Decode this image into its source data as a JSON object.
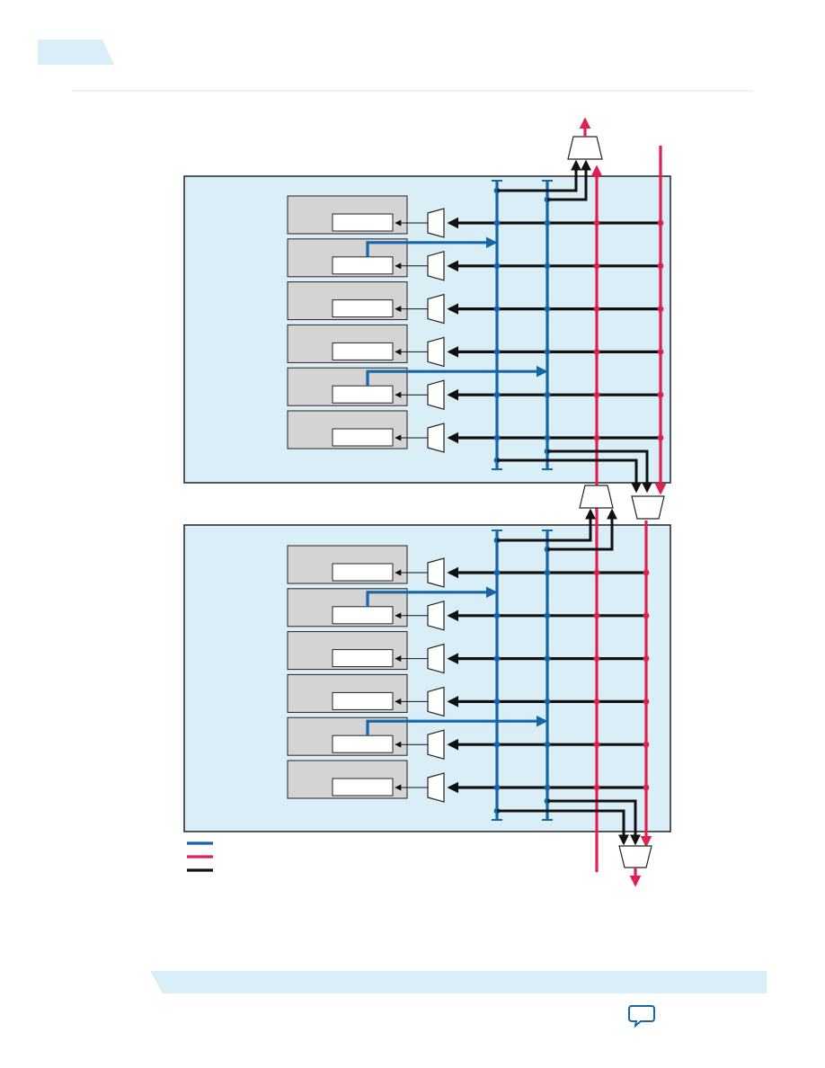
{
  "colors": {
    "blue": "#1565a7",
    "red": "#e02050",
    "black": "#111111",
    "bank_fill": "#d9eef7",
    "channel_fill": "#d4d4d4"
  },
  "diagram": {
    "banks": [
      {
        "channels": 6,
        "blue_taps": [
          1,
          4
        ]
      },
      {
        "channels": 6,
        "blue_taps": [
          1,
          4
        ]
      }
    ],
    "legend": [
      {
        "color": "blue"
      },
      {
        "color": "red"
      },
      {
        "color": "black"
      }
    ]
  },
  "icons": {
    "feedback": "chat-bubble-icon"
  }
}
